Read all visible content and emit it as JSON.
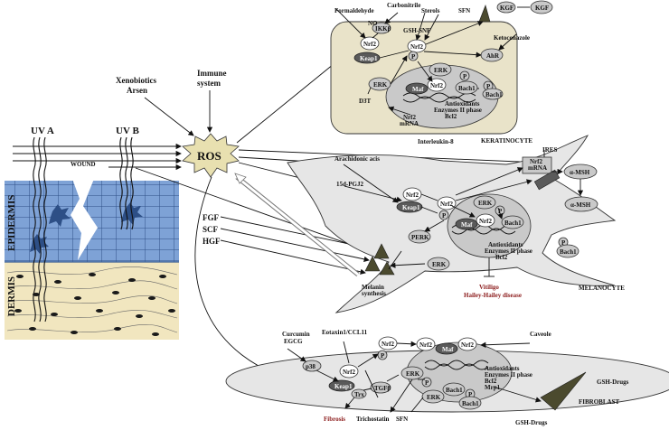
{
  "colors": {
    "cell_fill": "#e6e6e6",
    "keratinocyte_fill": "#e9e3c9",
    "epidermis": "#7ea2d6",
    "dermis": "#f1e6bf",
    "ros_fill": "#e8e0b0",
    "red_text": "#8b1a1a"
  },
  "layer": {
    "epidermis": "EPIDERMIS",
    "dermis": "DERMIS",
    "wound": "WOUND",
    "uva": "UV A",
    "uvb": "UV B"
  },
  "sources": {
    "xenobiotics": "Xenobiotics",
    "arsen": "Arsen",
    "immune1": "Immune",
    "immune2": "system",
    "ros": "ROS",
    "fgf": "FGF",
    "scf": "SCF",
    "hgf": "HGF"
  },
  "keratinocyte": {
    "name": "KERATINOCYTE",
    "formaldehyde": "Formaldehyde",
    "carbonitrile": "Carbonitrile",
    "sterols": "Sterols",
    "sfn": "SFN",
    "no": "NO",
    "ikkb": "IKKβ",
    "gsh_snf": "GSH-SNF",
    "kgf1": "KGF",
    "kgf2": "KGF",
    "ketoconazole": "Ketoconazole",
    "nrf2a": "Nrf2",
    "nrf2b": "Nrf2",
    "nrf2c": "Nrf2",
    "keap1": "Keap1",
    "p1": "P",
    "p2": "P",
    "p3": "P",
    "ahr": "AhR",
    "erk1": "ERK",
    "erk2": "ERK",
    "maf": "Maf",
    "bach1a": "Bach1",
    "bach1b": "Bach1",
    "antiox1": "Antioxidants",
    "antiox2": "Enzymes II phase",
    "antiox3": "Bcl2",
    "d3t": "D3T",
    "mrna1": "Nrf2",
    "mrna2": "mRNA",
    "il8": "Interleukin-8"
  },
  "melanocyte": {
    "name": "MELANOCYTE",
    "arach": "Arachidonic acis",
    "pgj2": "15d-PGJ2",
    "ires": "IRES",
    "mrna1": "Nrf2",
    "mrna2": "mRNA",
    "amsh1": "α-MSH",
    "amsh2": "α-MSH",
    "nrf2a": "Nrf2",
    "nrf2b": "Nrf2",
    "nrf2c": "Nrf2",
    "keap1": "Keap1",
    "p1": "P",
    "p2": "P",
    "p3": "P",
    "erk1": "ERK",
    "erk2": "ERK",
    "perk": "PERK",
    "maf": "Maf",
    "bach1a": "Bach1",
    "bach1b": "Bach1",
    "antiox1": "Antioxidants",
    "antiox2": "Enzymes II phase",
    "antiox3": "Bcl2",
    "vitiligo": "Vitiligo",
    "hailey": "Hailey-Hailey disease",
    "melanin1": "Melanin",
    "melanin2": "synthesis"
  },
  "fibroblast": {
    "name": "FIBROBLAST",
    "curcumin": "Curcumin",
    "egcg": "EGCG",
    "eotaxin": "Eotaxin1/CCL11",
    "caveole": "Caveole",
    "p38": "p38",
    "nrf2a": "Nrf2",
    "nrf2b": "Nrf2",
    "nrf2c": "Nrf2",
    "keap1": "Keap1",
    "p1": "P",
    "p2": "P",
    "p3": "P",
    "trx": "Trx",
    "tgfb": "TGFβ",
    "erk1": "ERK",
    "erk2": "ERK",
    "maf": "Maf",
    "bach1a": "Bach1",
    "bach1b": "Bach1",
    "antiox1": "Antioxidants",
    "antiox2": "Enzymes II phase",
    "antiox3": "Bcl2",
    "antiox4": "Mrp1",
    "gsh1": "GSH-Drugs",
    "gsh2": "GSH-Drugs",
    "fibrosis": "Fibrosis",
    "trichostatin": "Trichostatin",
    "sfn": "SFN"
  }
}
